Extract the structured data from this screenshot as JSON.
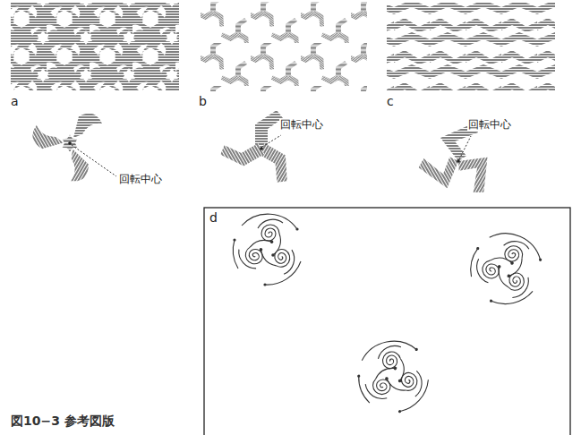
{
  "diagram": {
    "caption": "図10−3 参考図版",
    "labels": [
      "a",
      "b",
      "c",
      "回転中心",
      "回転中心",
      "回転中心",
      "d"
    ]
  }
}
